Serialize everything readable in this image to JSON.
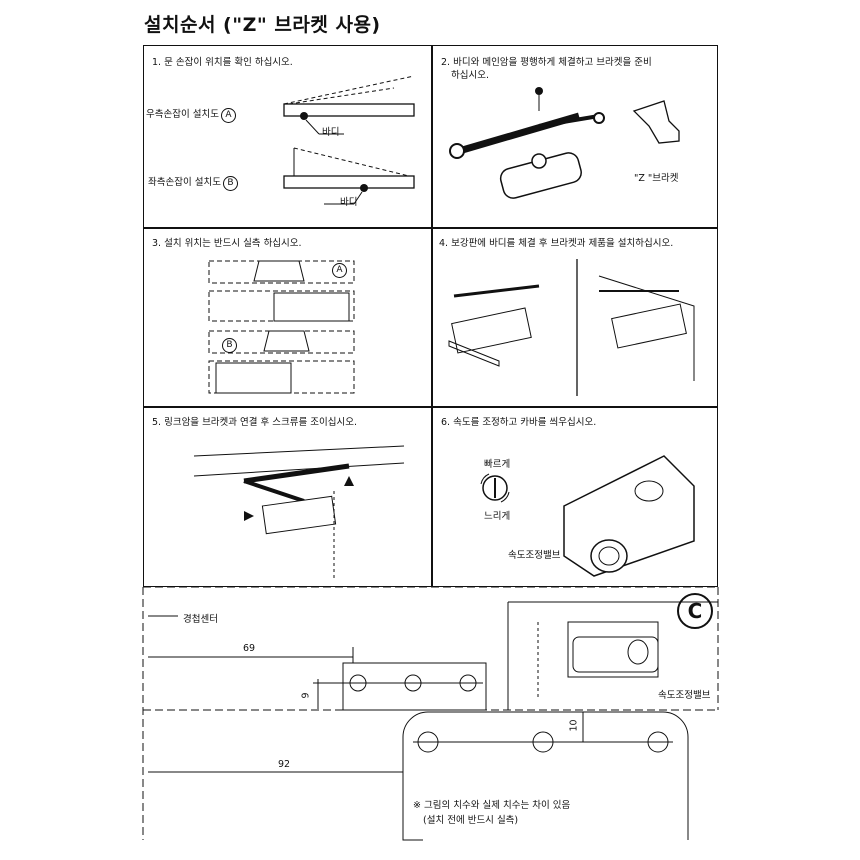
{
  "page_title": "설치순서 (\"Z\" 브라켓 사용)",
  "steps": [
    {
      "caption": "1. 문 손잡이 위치를 확인 하십시오."
    },
    {
      "caption": "2. 바디와 메인암을 평행하게 체결하고 브라켓을 준비",
      "caption2": "하십시오."
    },
    {
      "caption": "3. 설치 위치는 반드시 실측 하십시오."
    },
    {
      "caption": "4. 보강판에 바디를 체결 후 브라켓과 제품을 설치하십시오."
    },
    {
      "caption": "5. 링크암을 브라켓과 연결 후 스크류를 조이십시오."
    },
    {
      "caption": "6. 속도를 조정하고 카바를 씌우십시오."
    }
  ],
  "step1": {
    "right_label": "우측손잡이 설치도",
    "left_label": "좌측손잡이 설치도",
    "mark_a": "A",
    "mark_b": "B",
    "body": "바디"
  },
  "step2": {
    "bracket_label": "\"Z \"브라켓"
  },
  "step3": {
    "mark_a": "A",
    "mark_b": "B"
  },
  "step6": {
    "fast": "빠르게",
    "slow": "느리게",
    "valve": "속도조정밸브"
  },
  "dims": {
    "hinge_center": "경첩센터",
    "d69": "69",
    "d9": "9",
    "d92": "92",
    "d10": "10",
    "valve": "속도조정밸브",
    "mark_c": "C"
  },
  "notes": {
    "line1": "※ 그림의 치수와 실제 치수는 차이 있음",
    "line2": "(설치 전에 반드시 실측)"
  }
}
